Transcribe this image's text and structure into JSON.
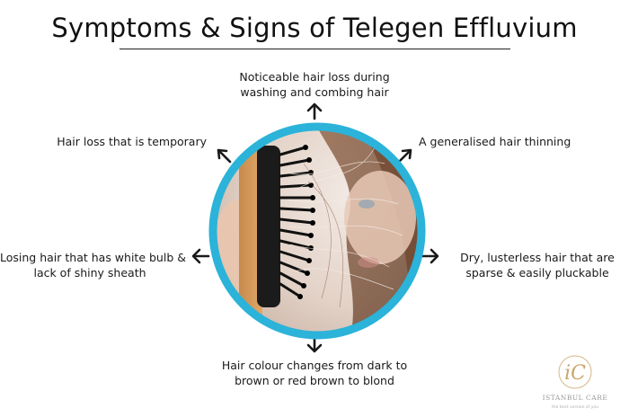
{
  "title": "Symptoms & Signs of Telegen Effluvium",
  "symptoms": {
    "top": [
      "Noticeable hair loss during",
      "washing and combing hair"
    ],
    "top_left": "Hair loss that is temporary",
    "top_right": "A generalised hair thinning",
    "left": [
      "Losing hair that has white bulb &",
      "lack of shiny sheath"
    ],
    "right": [
      "Dry, lusterless hair that are",
      "sparse & easily pluckable"
    ],
    "bottom": [
      "Hair colour changes from dark to",
      "brown or red brown to blond"
    ]
  },
  "colors": {
    "ring": "#2bb3d9",
    "arrow": "#1a1a1a",
    "logo_gold": "#c9a56a"
  },
  "logo": {
    "monogram": "iC",
    "name": "ISTANBUL CARE",
    "tagline": "the best version of you"
  }
}
